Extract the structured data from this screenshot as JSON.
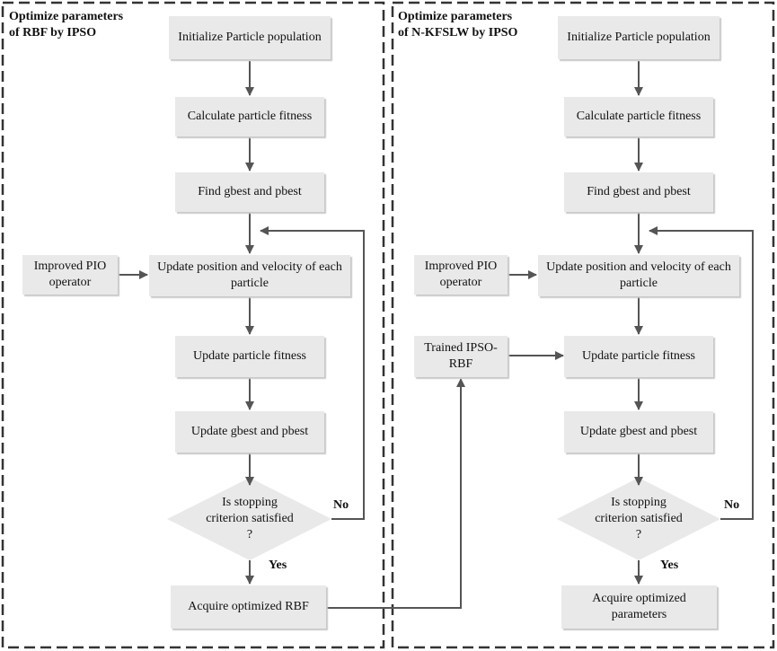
{
  "left_panel": {
    "title_line1": "Optimize parameters",
    "title_line2": "of RBF by IPSO",
    "init": "Initialize Particle population",
    "calc": "Calculate particle fitness",
    "find": "Find gbest and pbest",
    "pio": "Improved PIO operator",
    "update_pos": "Update position and velocity of each particle",
    "update_fit": "Update particle fitness",
    "update_best": "Update gbest and pbest",
    "decision": "Is stopping criterion satisfied ?",
    "no": "No",
    "yes": "Yes",
    "acquire": "Acquire optimized RBF"
  },
  "right_panel": {
    "title_line1": "Optimize parameters",
    "title_line2": "of N-KFSLW by IPSO",
    "init": "Initialize Particle population",
    "calc": "Calculate particle fitness",
    "find": "Find gbest and pbest",
    "pio": "Improved PIO operator",
    "trained": "Trained IPSO-RBF",
    "update_pos": "Update position and velocity of each particle",
    "update_fit": "Update particle fitness",
    "update_best": "Update gbest and pbest",
    "decision": "Is stopping criterion satisfied ?",
    "no": "No",
    "yes": "Yes",
    "acquire": "Acquire optimized parameters"
  },
  "colors": {
    "box_fill": "#e9e9e9",
    "line": "#555555",
    "border": "#333333"
  }
}
